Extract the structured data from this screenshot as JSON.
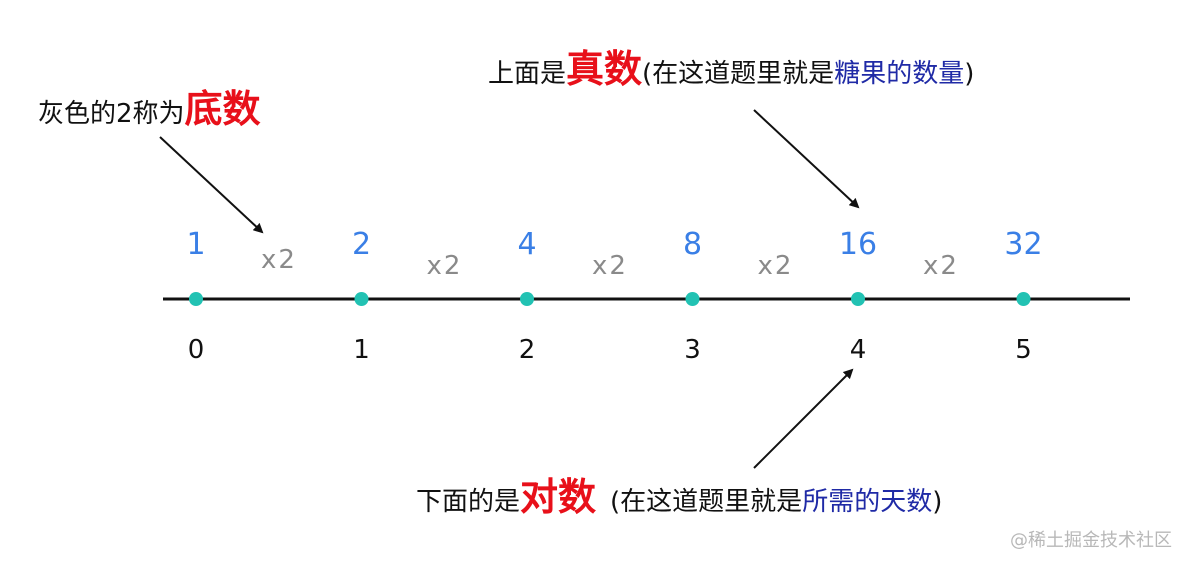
{
  "colors": {
    "blue": "#3a7fe6",
    "gray": "#8a8a8a",
    "black": "#111111",
    "red": "#e8101a",
    "navy": "#1f2aa6",
    "dot": "#22c2b3",
    "watermark": "#b8b8b8"
  },
  "annotations": {
    "base": {
      "prefix": "灰色的2称为",
      "highlight": "底数"
    },
    "antilog": {
      "prefix": "上面是",
      "highlight": "真数",
      "paren_open": "(在这道题里就是",
      "paren_highlight": "糖果的数量",
      "paren_close": ")"
    },
    "log": {
      "prefix": "下面的是",
      "highlight": "对数",
      "paren_open": "(在这道题里就是",
      "paren_highlight": "所需的天数",
      "paren_close": ")"
    }
  },
  "number_line": {
    "top_values": [
      "1",
      "2",
      "4",
      "8",
      "16",
      "32"
    ],
    "multipliers": [
      "x2",
      "x2",
      "x2",
      "x2",
      "x2"
    ],
    "bottom_values": [
      "0",
      "1",
      "2",
      "3",
      "4",
      "5"
    ]
  },
  "watermark": "@稀土掘金技术社区"
}
